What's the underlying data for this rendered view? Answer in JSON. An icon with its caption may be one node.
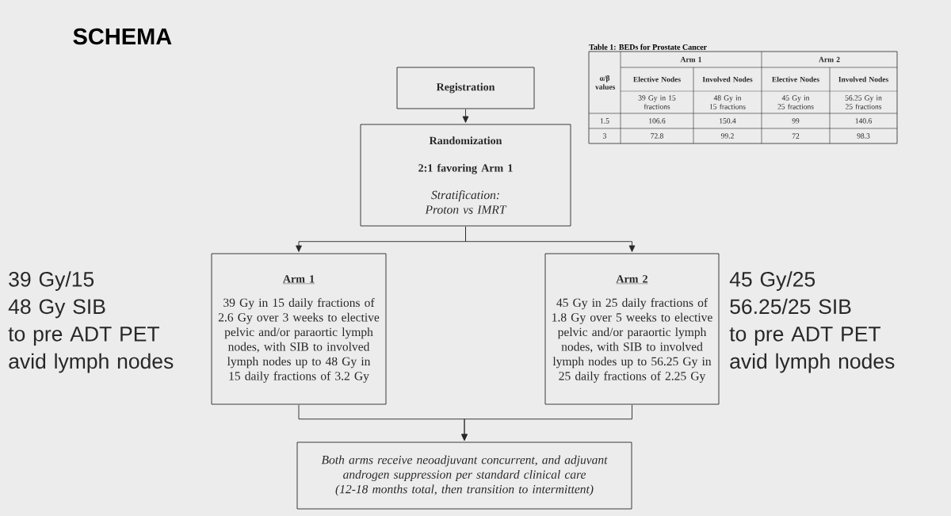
{
  "diagram": {
    "title": "SCHEMA",
    "nodes": [
      {
        "text": [
          "Registration"
        ]
      },
      {
        "text": [
          "Randomization",
          "2:1 favoring Arm 1",
          "Stratification: Proton vs IMRT"
        ]
      },
      {
        "text": [
          "Arm 1",
          "39 Gy in 15 daily fractions of 2.6 Gy over 3 weeks to elective pelvic and/or paraortic lymph nodes, with SIB to involved lymph nodes up to 48 Gy in 15 daily fractions of 3.2 Gy"
        ],
        "beside": [
          "39 Gy/15",
          "48 Gy SIB",
          "to pre ADT PET avid lymph nodes"
        ]
      },
      {
        "text": [
          "Arm 2",
          "45 Gy in 25 daily fractions of 1.8 Gy over 5 weeks to elective pelvic and/or paraortic lymph nodes, with SIB to involved lymph nodes up to 56.25 Gy in 25 daily fractions of 2.25 Gy"
        ],
        "beside": [
          "45 Gy/25",
          "56.25/25 SIB",
          "to pre ADT PET avid lymph nodes"
        ]
      },
      {
        "text": [
          "Both arms receive neoadjuvant concurrent, and adjuvant androgen suppression per standard clinical care (12-18 months total, then transition to intermittent)"
        ]
      }
    ],
    "edges": [
      {
        "from": 0,
        "to": 1,
        "arrow": "to"
      },
      {
        "from": 1,
        "to": 2,
        "arrow": "to"
      },
      {
        "from": 1,
        "to": 3,
        "arrow": "to"
      },
      {
        "from": 2,
        "to": 4,
        "arrow": "to"
      },
      {
        "from": 3,
        "to": 4,
        "arrow": "to"
      }
    ],
    "labels": [
      "Table 1: BEDs for Prostate Cancer",
      "α/β values",
      "Arm 1",
      "Arm 2",
      "Elective Nodes",
      "Involved Nodes",
      "Elective Nodes",
      "Involved Nodes",
      "39 Gy in 15 fractions",
      "48 Gy in 15 fractions",
      "45 Gy in 25 fractions",
      "56.25 Gy in 25 fractions",
      "1.5",
      "106.6",
      "150.4",
      "99",
      "140.6",
      "3",
      "72.8",
      "99.2",
      "72",
      "98.3"
    ]
  }
}
